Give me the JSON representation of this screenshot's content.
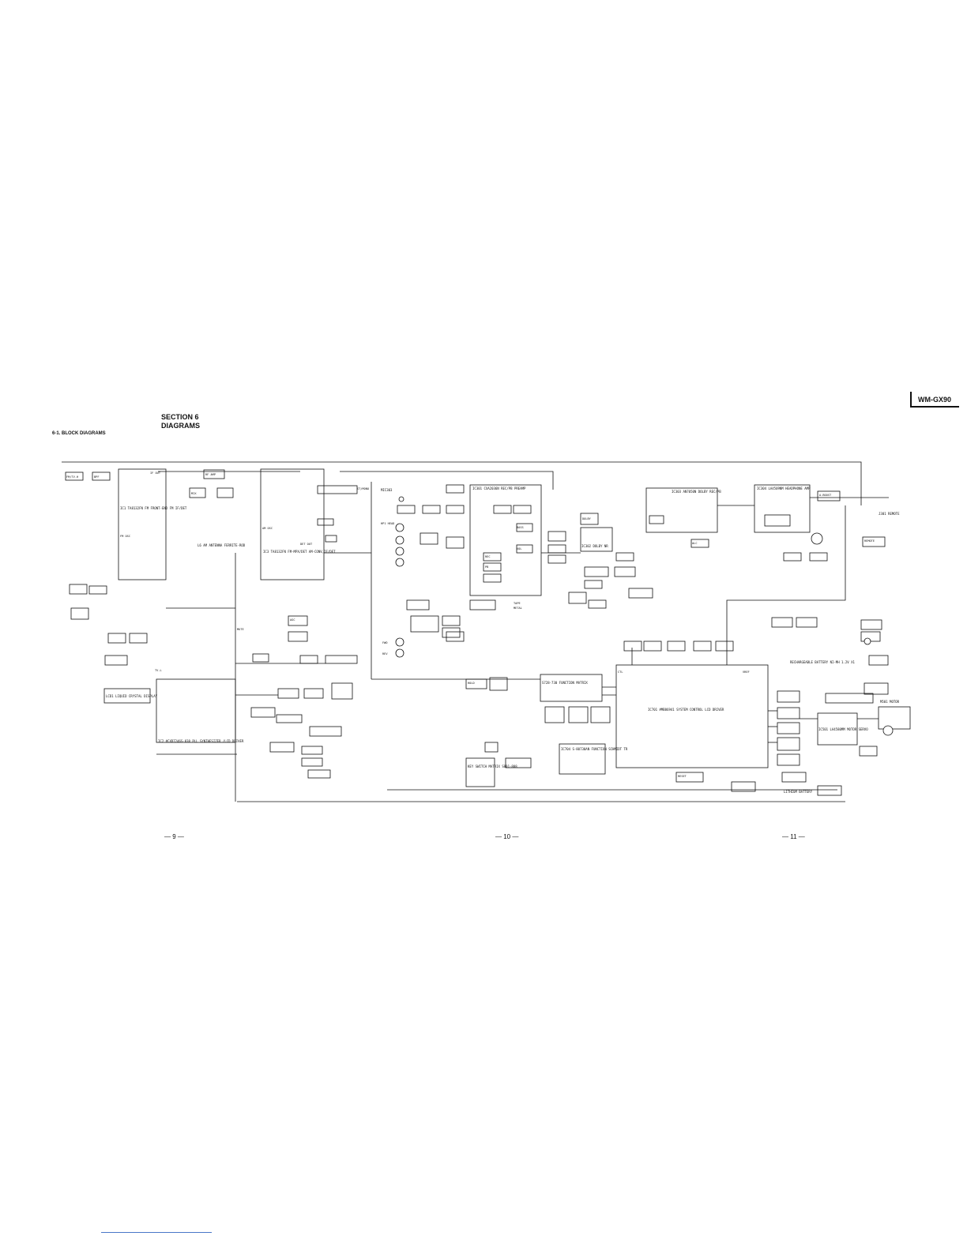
{
  "header": {
    "model": "WM-GX90",
    "section": "SECTION 6",
    "title": "DIAGRAMS",
    "subsection": "6-1. BLOCK DIAGRAMS"
  },
  "pages": [
    "— 9 —",
    "— 10 —",
    "— 11 —"
  ],
  "blocks": {
    "ic1": "IC1 TA8132FN FM FRONT-END FM IF/DET",
    "ic2": "IC2 #CXD7246S-038 PLL SYNTHESIZER /LCD DRIVER",
    "ic3": "IC3 TA8132FN FM-MPX/DET AM-CONV,IF/DET",
    "ic301": "IC301 CXA2036N REC/PB PREAMP",
    "ic302": "IC302 DOLBY NR",
    "ic303": "IC303 AN7050N DOLBY REC/PB",
    "ic304": "IC304 LA4509NM HEADPHONE AMP",
    "ic501": "IC501 LA4580MM MOTOR SERVO",
    "ic701": "IC701 #MB86941 SYSTEM CONTROL LCD DRIVER",
    "ic704": "IC704 S-80730AN FUNCTION SCHMIDT TR",
    "matrix": "S728-730 FUNCTION MATRIX",
    "lcd": "LCD1 LIQUID CRYSTAL DISPLAY",
    "key": "KEY SWITCH MATRIX S801-808",
    "head": "HP1 HEAD",
    "phone": "J301 REMOTE",
    "antenna": "L6 AM ANTENNA FERRITE-ROD",
    "mic": "MIC303",
    "motor": "M501 MOTOR",
    "battery": "RECHARGEABLE BATTERY NI-MH 1.2V X1",
    "lithium": "LITHIUM BATTERY"
  },
  "labels": {
    "fm_tv": "FM/TV-H",
    "bpf": "BPF",
    "if_out": "IF OUT",
    "fm_osc": "FM OSC",
    "am_osc": "AM OSC",
    "det_out": "DET OUT",
    "tv_l": "TV-L",
    "rf_amp": "RF AMP",
    "mix": "MIX",
    "st_mono": "ST/MONO",
    "mute": "MUTE",
    "bass": "BASS",
    "vol": "VOL",
    "dolby": "DOLBY",
    "tape": "TAPE",
    "metal": "METAL",
    "rec": "REC",
    "pb": "PB",
    "agc": "AGC",
    "alc": "ALC",
    "ctl": "CTL",
    "vref": "VREF",
    "a_boost": "A-BOOST",
    "reset": "RESET",
    "hold": "HOLD",
    "fwd": "FWD",
    "rev": "REV",
    "remote": "REMOTE"
  }
}
